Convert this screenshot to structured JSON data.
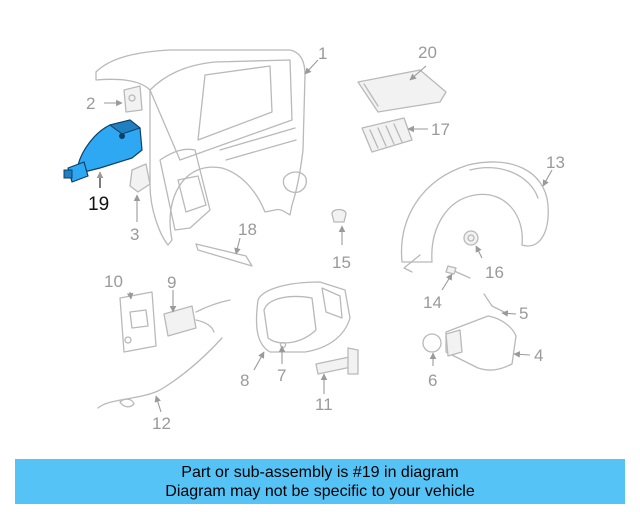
{
  "diagram": {
    "highlighted_part": "19",
    "callouts": [
      "1",
      "2",
      "3",
      "4",
      "5",
      "6",
      "7",
      "8",
      "9",
      "10",
      "11",
      "12",
      "13",
      "14",
      "15",
      "16",
      "17",
      "18",
      "19",
      "20"
    ]
  },
  "colors": {
    "banner": "#55c3f5",
    "highlight": "#2ea8f2",
    "line_art": "#b9b9b9"
  },
  "banner": {
    "line1": "Part or sub-assembly is #19 in diagram",
    "line2": "Diagram may not be specific to your vehicle"
  }
}
